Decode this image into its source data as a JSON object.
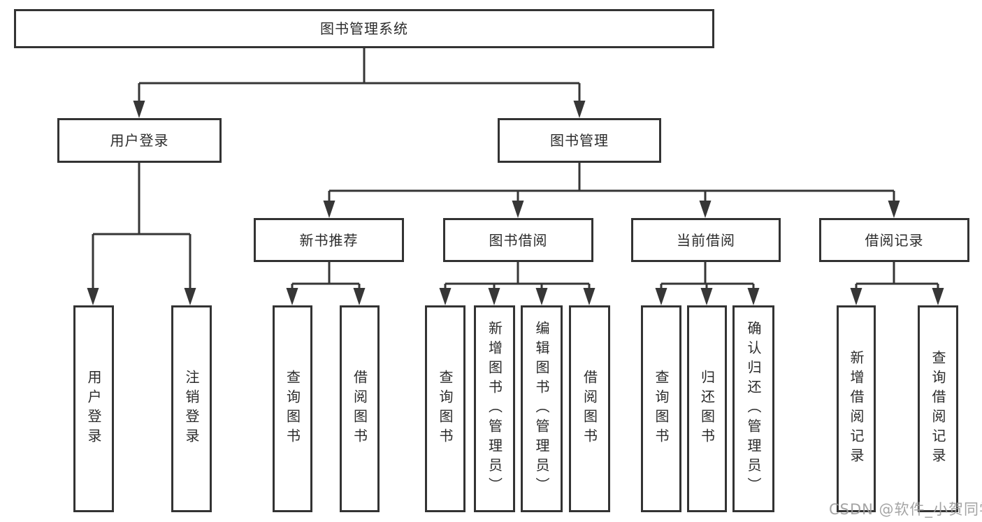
{
  "diagram": {
    "root": "图书管理系统",
    "level2": [
      "用户登录",
      "图书管理"
    ],
    "level3": [
      "新书推荐",
      "图书借阅",
      "当前借阅",
      "借阅记录"
    ],
    "leaves": {
      "user": [
        "用户登录",
        "注销登录"
      ],
      "recommend": [
        "查询图书",
        "借阅图书"
      ],
      "borrow": [
        "查询图书",
        "新增图书（管理员）",
        "编辑图书（管理员）",
        "借阅图书"
      ],
      "current": [
        "查询图书",
        "归还图书",
        "确认归还（管理员）"
      ],
      "records": [
        "新增借阅记录",
        "查询借阅记录"
      ]
    }
  },
  "watermark": "CSDN @软件_小贺同学",
  "colors": {
    "line": "#363636",
    "box_border": "#333333",
    "box_fill": "#ffffff",
    "text": "#2b2b2b",
    "watermark": "#9b9b9b"
  }
}
